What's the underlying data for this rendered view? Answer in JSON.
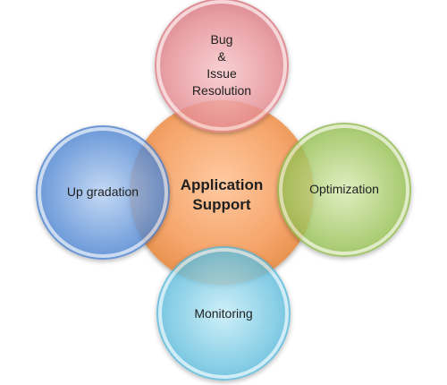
{
  "center": {
    "name": "Application Support",
    "lines": [
      "Application",
      "Support"
    ],
    "color": "#f5a56b"
  },
  "satellites": {
    "top": {
      "lines": [
        "Bug",
        "&",
        "Issue",
        "Resolution"
      ],
      "color": "#e58a90"
    },
    "right": {
      "lines": [
        "Optimization"
      ],
      "color": "#9dc45c"
    },
    "bottom": {
      "lines": [
        "Monitoring"
      ],
      "color": "#6cc3e0"
    },
    "left": {
      "lines": [
        "Up gradation"
      ],
      "color": "#5b8fd6"
    }
  }
}
